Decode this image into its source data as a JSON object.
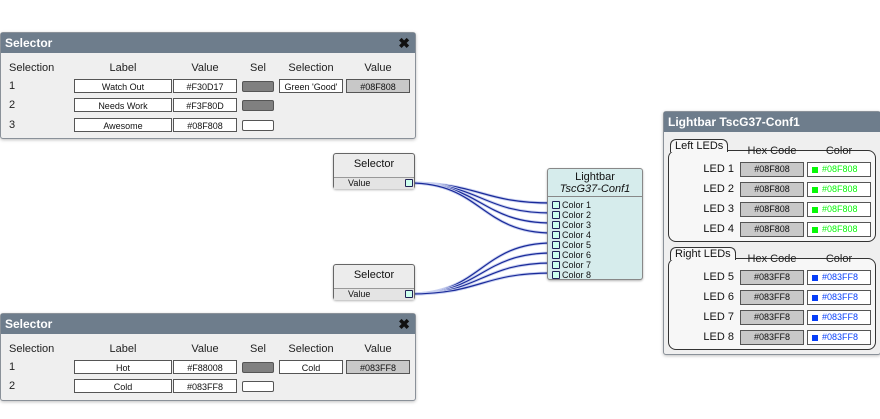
{
  "selector_top": {
    "title": "Selector",
    "headers": {
      "selection": "Selection",
      "label": "Label",
      "value": "Value",
      "sel": "Sel",
      "selection2": "Selection",
      "value2": "Value"
    },
    "rows": [
      {
        "n": "1",
        "label": "Watch Out",
        "value": "#F30D17",
        "sel_color": "#808080"
      },
      {
        "n": "2",
        "label": "Needs Work",
        "value": "#F3F80D",
        "sel_color": "#808080"
      },
      {
        "n": "3",
        "label": "Awesome",
        "value": "#08F808",
        "sel_color": "#ffffff"
      }
    ],
    "current_selection": "Green 'Good'",
    "current_value": "#08F808"
  },
  "selector_bottom": {
    "title": "Selector",
    "headers": {
      "selection": "Selection",
      "label": "Label",
      "value": "Value",
      "sel": "Sel",
      "selection2": "Selection",
      "value2": "Value"
    },
    "rows": [
      {
        "n": "1",
        "label": "Hot",
        "value": "#F88008",
        "sel_color": "#808080"
      },
      {
        "n": "2",
        "label": "Cold",
        "value": "#083FF8",
        "sel_color": "#ffffff"
      }
    ],
    "current_selection": "Cold",
    "current_value": "#083FF8"
  },
  "graph": {
    "node_selector_a": {
      "title": "Selector",
      "port": "Value"
    },
    "node_selector_b": {
      "title": "Selector",
      "port": "Value"
    },
    "lightbar_node": {
      "title": "Lightbar",
      "subtitle": "TscG37-Conf1",
      "ports": [
        "Color 1",
        "Color 2",
        "Color 3",
        "Color 4",
        "Color 5",
        "Color 6",
        "Color 7",
        "Color 8"
      ]
    },
    "wire_color": "#1a2a9a"
  },
  "lightbar_panel": {
    "title": "Lightbar TscG37-Conf1",
    "left_group": {
      "label": "Left LEDs",
      "hex_header": "Hex Code",
      "color_header": "Color",
      "leds": [
        {
          "label": "LED 1",
          "hex": "#08F808",
          "color": "#08F808"
        },
        {
          "label": "LED 2",
          "hex": "#08F808",
          "color": "#08F808"
        },
        {
          "label": "LED 3",
          "hex": "#08F808",
          "color": "#08F808"
        },
        {
          "label": "LED 4",
          "hex": "#08F808",
          "color": "#08F808"
        }
      ]
    },
    "right_group": {
      "label": "Right LEDs",
      "hex_header": "Hex Code",
      "color_header": "Color",
      "leds": [
        {
          "label": "LED 5",
          "hex": "#083FF8",
          "color": "#083FF8"
        },
        {
          "label": "LED 6",
          "hex": "#083FF8",
          "color": "#083FF8"
        },
        {
          "label": "LED 7",
          "hex": "#083FF8",
          "color": "#083FF8"
        },
        {
          "label": "LED 8",
          "hex": "#083FF8",
          "color": "#083FF8"
        }
      ]
    }
  },
  "colors": {
    "titlebar": "#6e7d8c",
    "panel": "#efefef",
    "green": "#08F808",
    "blue": "#083FF8"
  },
  "icons": {
    "close": "close-icon"
  }
}
